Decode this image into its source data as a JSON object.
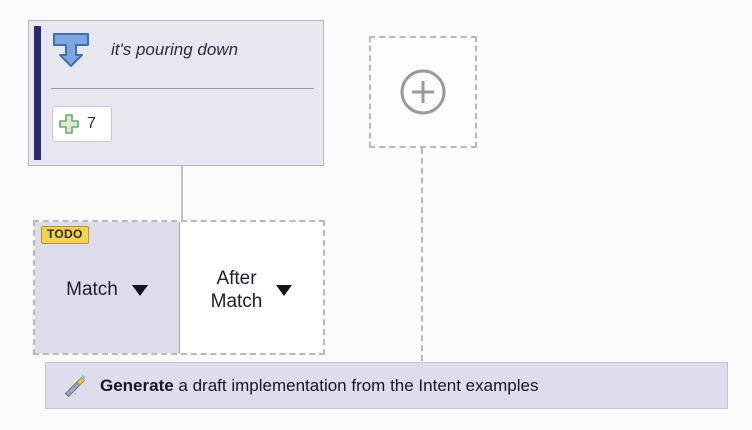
{
  "colors": {
    "canvas_bg": "#fbfbfc",
    "card_bg": "#e8e7f0",
    "card_accent": "#2e2a6e",
    "match_cell_bg": "#dddcec",
    "todo_badge_bg": "#f2d24f",
    "generate_bar_bg": "#dedded",
    "dashed_outline": "#b9b9bd",
    "plus_green": "#6aa86a",
    "intent_icon_blue": "#7fa7dd"
  },
  "intent_card": {
    "icon_name": "intent-funnel-arrow-icon",
    "title": "it's pouring down",
    "examples_chip": {
      "icon_name": "plus-green-icon",
      "count": "7"
    }
  },
  "add_box": {
    "icon_name": "plus-circle-icon",
    "label": ""
  },
  "match_group": {
    "todo_badge": "TODO",
    "match_cell": {
      "label": "Match",
      "dropdown_icon": "chevron-down-icon"
    },
    "after_match_cell": {
      "label": "After\nMatch",
      "label_line1": "After",
      "label_line2": "Match",
      "dropdown_icon": "chevron-down-icon"
    }
  },
  "generate_bar": {
    "icon_name": "magic-wand-icon",
    "bold_text": "Generate",
    "rest_text": " a draft implementation from the Intent examples"
  }
}
